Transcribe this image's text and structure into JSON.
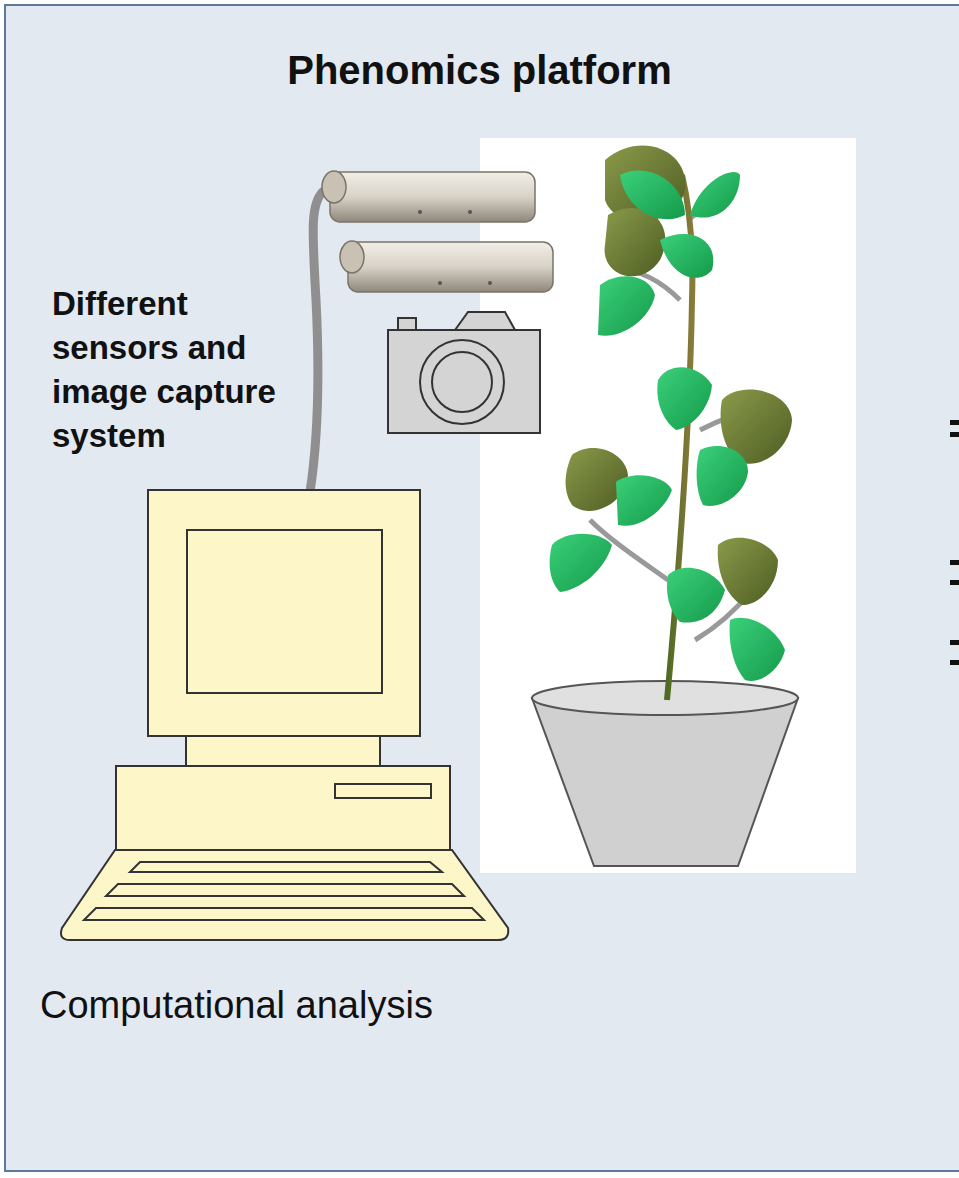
{
  "diagram": {
    "title": "Phenomics platform",
    "labels": [
      "Different sensors and image capture system",
      "Computational analysis"
    ]
  }
}
